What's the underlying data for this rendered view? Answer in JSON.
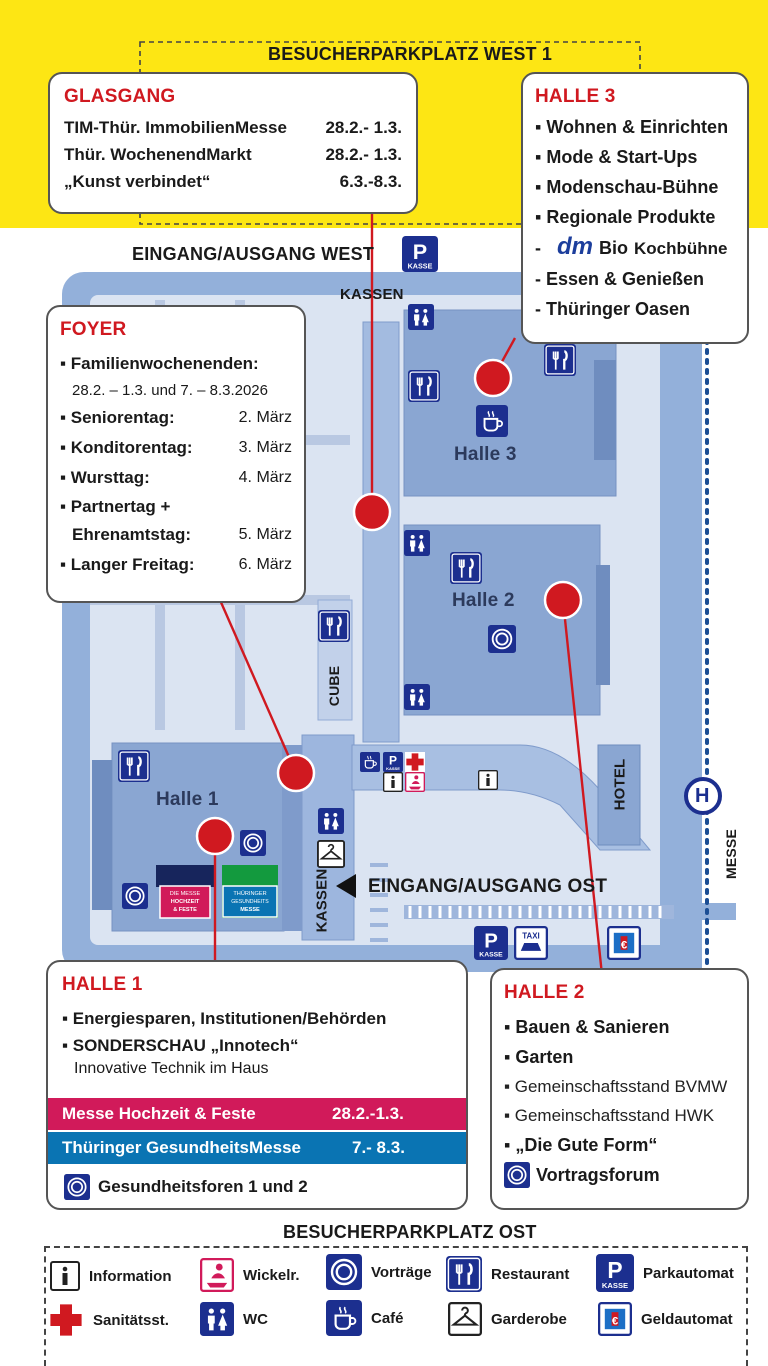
{
  "colors": {
    "yellow": "#fde614",
    "red": "#d01920",
    "blue": "#1c2f8f",
    "pink": "#d11a5a",
    "teal": "#0a74b3",
    "green": "#139a3e",
    "hall": "#8fa9d4",
    "ground": "#d9e3f3"
  },
  "top": {
    "parking_west": "BESUCHERPARKPLATZ WEST 1",
    "entrance_west": "EINGANG/AUSGANG WEST",
    "kassen_top": "KASSEN",
    "parking_label": "P",
    "parking_sub": "KASSE"
  },
  "glasgang": {
    "title": "GLASGANG",
    "rows": [
      {
        "name": "TIM-Thür. ImmobilienMesse",
        "date": "28.2.- 1.3."
      },
      {
        "name": "Thür. WochenendMarkt",
        "date": "28.2.- 1.3."
      },
      {
        "name": "„Kunst verbindet“",
        "date": "6.3.-8.3."
      }
    ]
  },
  "halle3": {
    "title": "HALLE 3",
    "items": [
      "Wohnen & Einrichten",
      "Mode & Start-Ups",
      "Modenschau-Bühne",
      "Regionale Produkte"
    ],
    "dm_logo": "dm",
    "dm_bio": "Bio",
    "dm_rest": "Kochbühne",
    "items2": [
      "Essen & Genießen",
      "Thüringer Oasen"
    ]
  },
  "foyer": {
    "title": "FOYER",
    "family": "Familienwochenenden:",
    "family_dates": "28.2. – 1.3. und 7. – 8.3.2026",
    "days": [
      {
        "name": "Seniorentag:",
        "date": "2. März"
      },
      {
        "name": "Konditorentag:",
        "date": "3. März"
      },
      {
        "name": "Wursttag:",
        "date": "4. März"
      }
    ],
    "partner_1": "Partnertag +",
    "partner_2": "Ehrenamtstag:",
    "partner_date": "5. März",
    "langer": "Langer Freitag:",
    "langer_date": "6. März"
  },
  "map": {
    "halle1": "Halle 1",
    "halle2": "Halle 2",
    "halle3": "Halle 3",
    "cube": "CUBE",
    "hotel": "HOTEL",
    "kassen_side": "KASSEN",
    "entrance_east": "EINGANG/AUSGANG OST",
    "messe": "MESSE",
    "bus": "H",
    "taxi": "TAXI",
    "sign_hochzeit": "DIE MESSE HOCHZEIT & FESTE",
    "sign_gesund": "THÜRINGER GESUNDHEITS MESSE"
  },
  "halle1": {
    "title": "HALLE 1",
    "item1": "Energiesparen, Institutionen/Behörden",
    "item2": "SONDERSCHAU „Innotech“",
    "item2_sub": "Innovative Technik im Haus",
    "bar1": {
      "name": "Messe Hochzeit & Feste",
      "date": "28.2.-1.3."
    },
    "bar2": {
      "name": "Thüringer GesundheitsMesse",
      "date": "7.- 8.3."
    },
    "forum": "Gesundheitsforen 1 und 2"
  },
  "halle2": {
    "title": "HALLE 2",
    "items": [
      "Bauen & Sanieren",
      "Garten"
    ],
    "thin": [
      "Gemeinschaftsstand BVMW",
      "Gemeinschaftsstand HWK"
    ],
    "gute_form": "„Die Gute Form“",
    "forum": "Vortragsforum"
  },
  "legend": {
    "title": "BESUCHERPARKPLATZ OST",
    "items": [
      {
        "icon": "info-icon",
        "label": "Information"
      },
      {
        "icon": "baby-changing-icon",
        "label": "Wickelr."
      },
      {
        "icon": "lecture-icon",
        "label": "Vorträge"
      },
      {
        "icon": "restaurant-icon",
        "label": "Restaurant"
      },
      {
        "icon": "parking-machine-icon",
        "label": "Parkautomat"
      },
      {
        "icon": "first-aid-icon",
        "label": "Sanitätsst."
      },
      {
        "icon": "wc-icon",
        "label": "WC"
      },
      {
        "icon": "cafe-icon",
        "label": "Café"
      },
      {
        "icon": "cloakroom-icon",
        "label": "Garderobe"
      },
      {
        "icon": "atm-icon",
        "label": "Geldautomat"
      }
    ]
  }
}
